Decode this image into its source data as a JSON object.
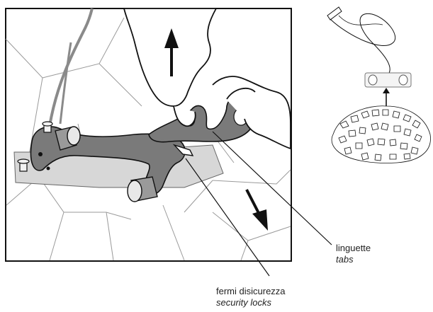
{
  "labels": {
    "tabs": {
      "primary": "linguette",
      "secondary": "tabs"
    },
    "security_locks": {
      "primary": "fermi disicurezza",
      "secondary": "security locks"
    }
  },
  "icons": [
    "arrow-up-icon",
    "arrow-down-right-icon",
    "hand-icon",
    "lamp-icon"
  ],
  "colors": {
    "line": "#1a1a1a",
    "fill_dark": "#7a7a7a",
    "fill_light": "#bdbdbd",
    "web": "#8f8f8f"
  }
}
